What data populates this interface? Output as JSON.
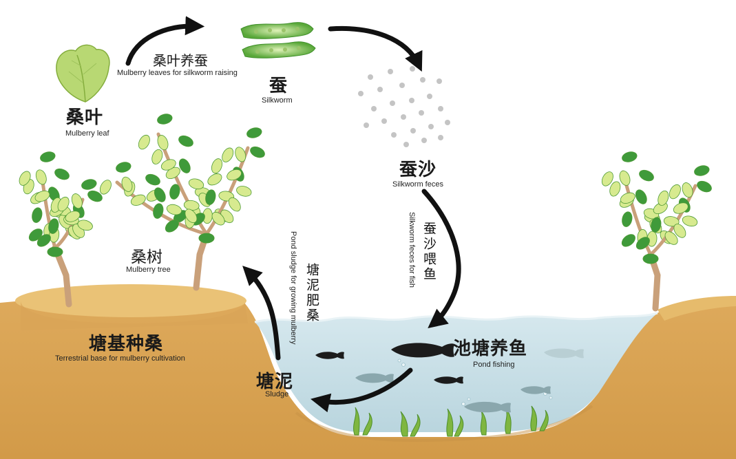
{
  "nodes": {
    "mulberry_leaf": {
      "cn": "桑叶",
      "en": "Mulberry leaf"
    },
    "silkworm": {
      "cn": "蚕",
      "en": "Silkworm"
    },
    "silkworm_feces": {
      "cn": "蚕沙",
      "en": "Silkworm feces"
    },
    "pond_fishing": {
      "cn": "池塘养鱼",
      "en": "Pond fishing"
    },
    "sludge": {
      "cn": "塘泥",
      "en": "Sludge"
    },
    "mulberry_tree": {
      "cn": "桑树",
      "en": "Mulberry tree"
    },
    "terrestrial_base": {
      "cn": "塘基种桑",
      "en": "Terrestrial base for mulberry cultivation"
    }
  },
  "flows": {
    "leaves_to_silkworm": {
      "cn": "桑叶养蚕",
      "en": "Mulberry leaves for silkworm raising"
    },
    "feces_to_fish": {
      "cn": "蚕沙喂鱼",
      "en": "Silkworm feces for fish"
    },
    "sludge_to_mulberry": {
      "cn": "塘泥肥桑",
      "en": "Pond sludge for growing mulberry"
    }
  },
  "colors": {
    "embankment": "#d9a85b",
    "embankment_top": "#e9bf72",
    "water": "#c8dfe6",
    "leaf_light": "#d7ea8f",
    "leaf_dark": "#3f9a3a",
    "arrow": "#111111",
    "fish_dark": "#1c1c1c",
    "fish_light": "#8aa7ad"
  }
}
